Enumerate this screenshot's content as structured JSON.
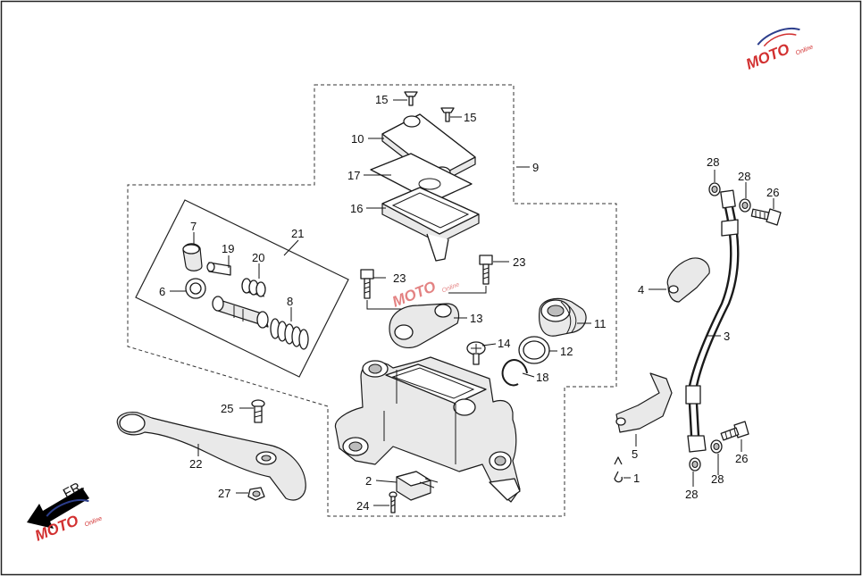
{
  "callouts": {
    "c1": "1",
    "c2": "2",
    "c3": "3",
    "c4": "4",
    "c5": "5",
    "c6": "6",
    "c7": "7",
    "c8": "8",
    "c9": "9",
    "c10": "10",
    "c11": "11",
    "c12": "12",
    "c13": "13",
    "c14": "14",
    "c15a": "15",
    "c15b": "15",
    "c16": "16",
    "c17": "17",
    "c18": "18",
    "c19": "19",
    "c20": "20",
    "c21": "21",
    "c22": "22",
    "c23a": "23",
    "c23b": "23",
    "c24": "24",
    "c25": "25",
    "c26a": "26",
    "c26b": "26",
    "c27": "27",
    "c28a": "28",
    "c28b": "28",
    "c28c": "28",
    "c28d": "28"
  },
  "direction_label": "FR.",
  "watermark": {
    "text": "MOTO",
    "sub": "Online",
    "colors": {
      "red": "#d23030",
      "blue": "#2c3e8c",
      "gray": "#9a9a9a"
    }
  }
}
